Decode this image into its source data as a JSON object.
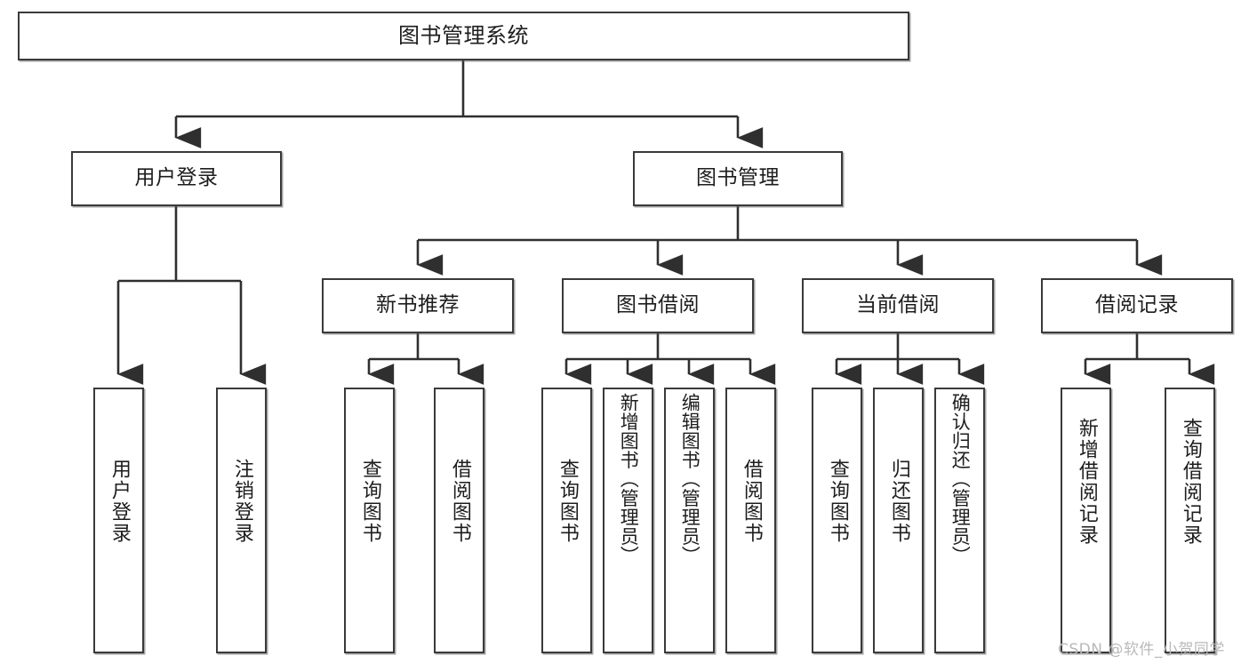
{
  "diagram": {
    "title": "图书管理系统",
    "type": "tree-hierarchy-chart",
    "colors": {
      "box_border": "#3a3a3a",
      "box_fill": "#ffffff",
      "edge": "#2f2f2f",
      "text": "#1d1d1d",
      "watermark": "#b9b9b9",
      "background": "#ffffff"
    },
    "watermark": "CSDN @软件_小贺同学",
    "nodes": {
      "root": {
        "label": "图书管理系统"
      },
      "level2": [
        {
          "id": "user-login",
          "label": "用户登录"
        },
        {
          "id": "book-manage",
          "label": "图书管理"
        }
      ],
      "level3": [
        {
          "id": "new-book-rec",
          "label": "新书推荐"
        },
        {
          "id": "book-borrow",
          "label": "图书借阅"
        },
        {
          "id": "current-borrow",
          "label": "当前借阅"
        },
        {
          "id": "borrow-record",
          "label": "借阅记录"
        }
      ],
      "leaves": {
        "user_login": [
          {
            "id": "leaf-user-login",
            "label": "用户登录"
          },
          {
            "id": "leaf-logout-login",
            "label": "注销登录"
          }
        ],
        "new_book_rec": [
          {
            "id": "leaf-query-book-1",
            "label": "查询图书"
          },
          {
            "id": "leaf-borrow-book-1",
            "label": "借阅图书"
          }
        ],
        "book_borrow": [
          {
            "id": "leaf-query-book-2",
            "label": "查询图书"
          },
          {
            "id": "leaf-add-book",
            "label": "新增图书（管理员）"
          },
          {
            "id": "leaf-edit-book",
            "label": "编辑图书（管理员）"
          },
          {
            "id": "leaf-borrow-book-2",
            "label": "借阅图书"
          }
        ],
        "current_borrow": [
          {
            "id": "leaf-query-book-3",
            "label": "查询图书"
          },
          {
            "id": "leaf-return-book",
            "label": "归还图书"
          },
          {
            "id": "leaf-confirm-return",
            "label": "确认归还（管理员）"
          }
        ],
        "borrow_record": [
          {
            "id": "leaf-add-record",
            "label": "新增借阅记录"
          },
          {
            "id": "leaf-query-record",
            "label": "查询借阅记录"
          }
        ]
      }
    }
  }
}
